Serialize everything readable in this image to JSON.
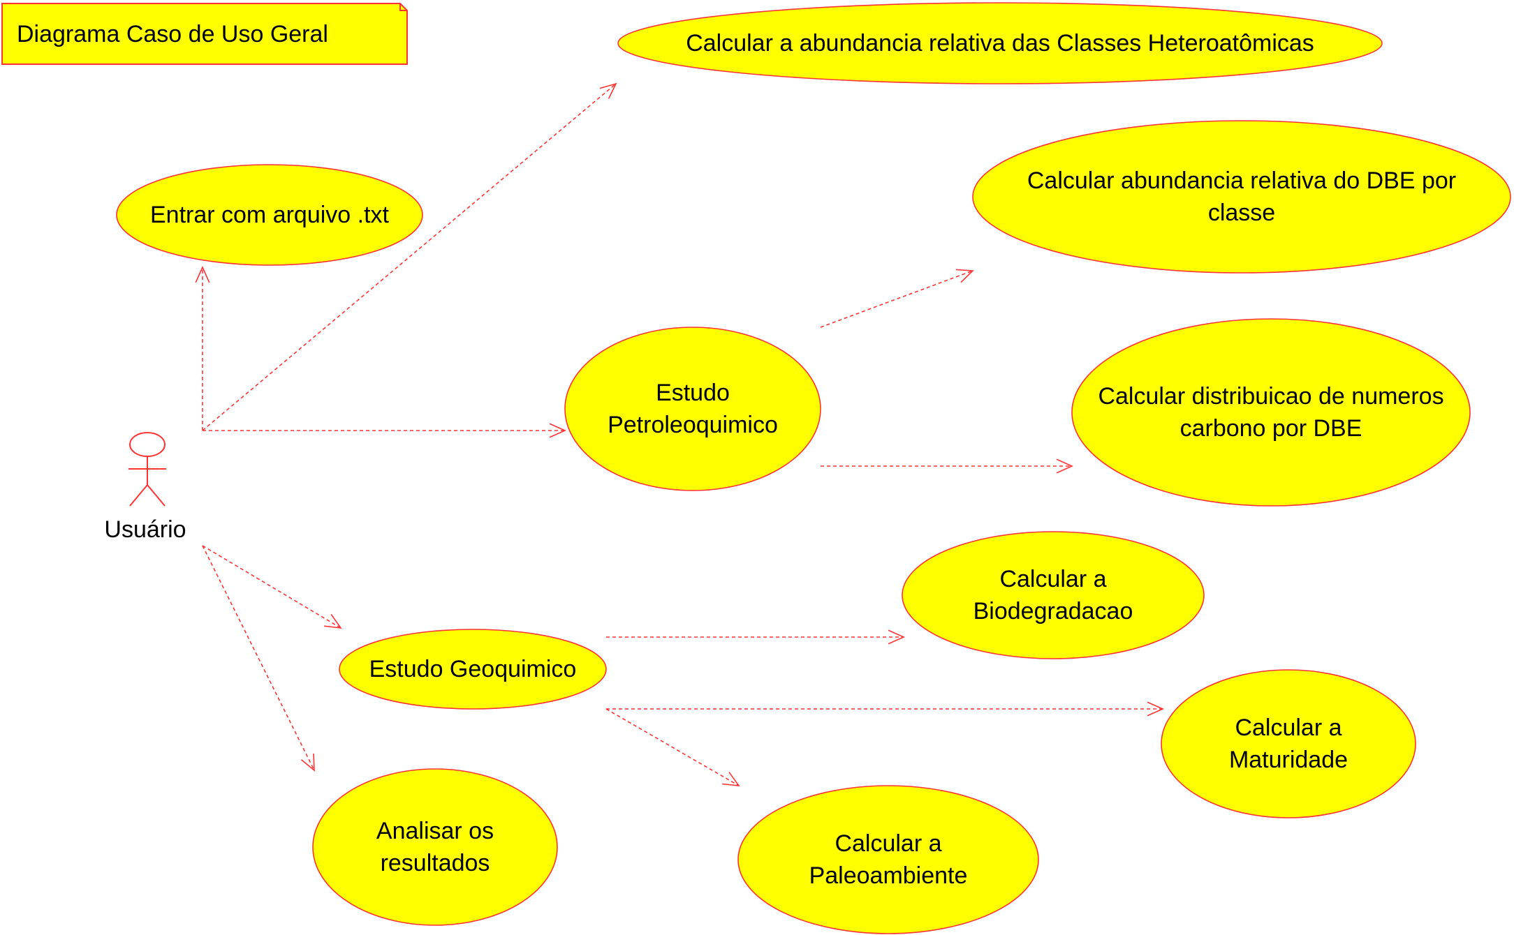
{
  "diagram": {
    "type": "uml-use-case",
    "title": "Diagrama Caso de Uso Geral",
    "colors": {
      "usecase_fill": "#ffff00",
      "stroke": "#ff3333",
      "text": "#000000",
      "background": "#ffffff"
    },
    "actor": {
      "id": "usuario",
      "label": "Usuário"
    },
    "use_cases": [
      {
        "id": "abundancia-classes",
        "lines": [
          "Calcular a abundancia relativa das Classes Heteroatômicas"
        ]
      },
      {
        "id": "entrar-arquivo",
        "lines": [
          "Entrar com arquivo .txt"
        ]
      },
      {
        "id": "abundancia-dbe",
        "lines": [
          "Calcular abundancia relativa do DBE por",
          "classe"
        ]
      },
      {
        "id": "estudo-petroleoquimico",
        "lines": [
          "Estudo",
          "Petroleoquimico"
        ]
      },
      {
        "id": "distribuicao-carbono",
        "lines": [
          "Calcular distribuicao de numeros",
          "carbono por DBE"
        ]
      },
      {
        "id": "biodegradacao",
        "lines": [
          "Calcular a",
          "Biodegradacao"
        ]
      },
      {
        "id": "estudo-geoquimico",
        "lines": [
          "Estudo Geoquimico"
        ]
      },
      {
        "id": "maturidade",
        "lines": [
          "Calcular a",
          "Maturidade"
        ]
      },
      {
        "id": "analisar-resultados",
        "lines": [
          "Analisar os",
          "resultados"
        ]
      },
      {
        "id": "paleoambiente",
        "lines": [
          "Calcular a",
          "Paleoambiente"
        ]
      }
    ],
    "relations": [
      {
        "from": "usuario",
        "to": "entrar-arquivo",
        "style": "dashed-arrow"
      },
      {
        "from": "usuario",
        "to": "abundancia-classes",
        "style": "dashed-arrow"
      },
      {
        "from": "usuario",
        "to": "estudo-petroleoquimico",
        "style": "dashed-arrow"
      },
      {
        "from": "usuario",
        "to": "estudo-geoquimico",
        "style": "dashed-arrow"
      },
      {
        "from": "usuario",
        "to": "analisar-resultados",
        "style": "dashed-arrow"
      },
      {
        "from": "estudo-petroleoquimico",
        "to": "abundancia-dbe",
        "style": "dashed-arrow"
      },
      {
        "from": "estudo-petroleoquimico",
        "to": "distribuicao-carbono",
        "style": "dashed-arrow"
      },
      {
        "from": "estudo-geoquimico",
        "to": "biodegradacao",
        "style": "dashed-arrow"
      },
      {
        "from": "estudo-geoquimico",
        "to": "maturidade",
        "style": "dashed-arrow"
      },
      {
        "from": "estudo-geoquimico",
        "to": "paleoambiente",
        "style": "dashed-arrow"
      }
    ]
  }
}
